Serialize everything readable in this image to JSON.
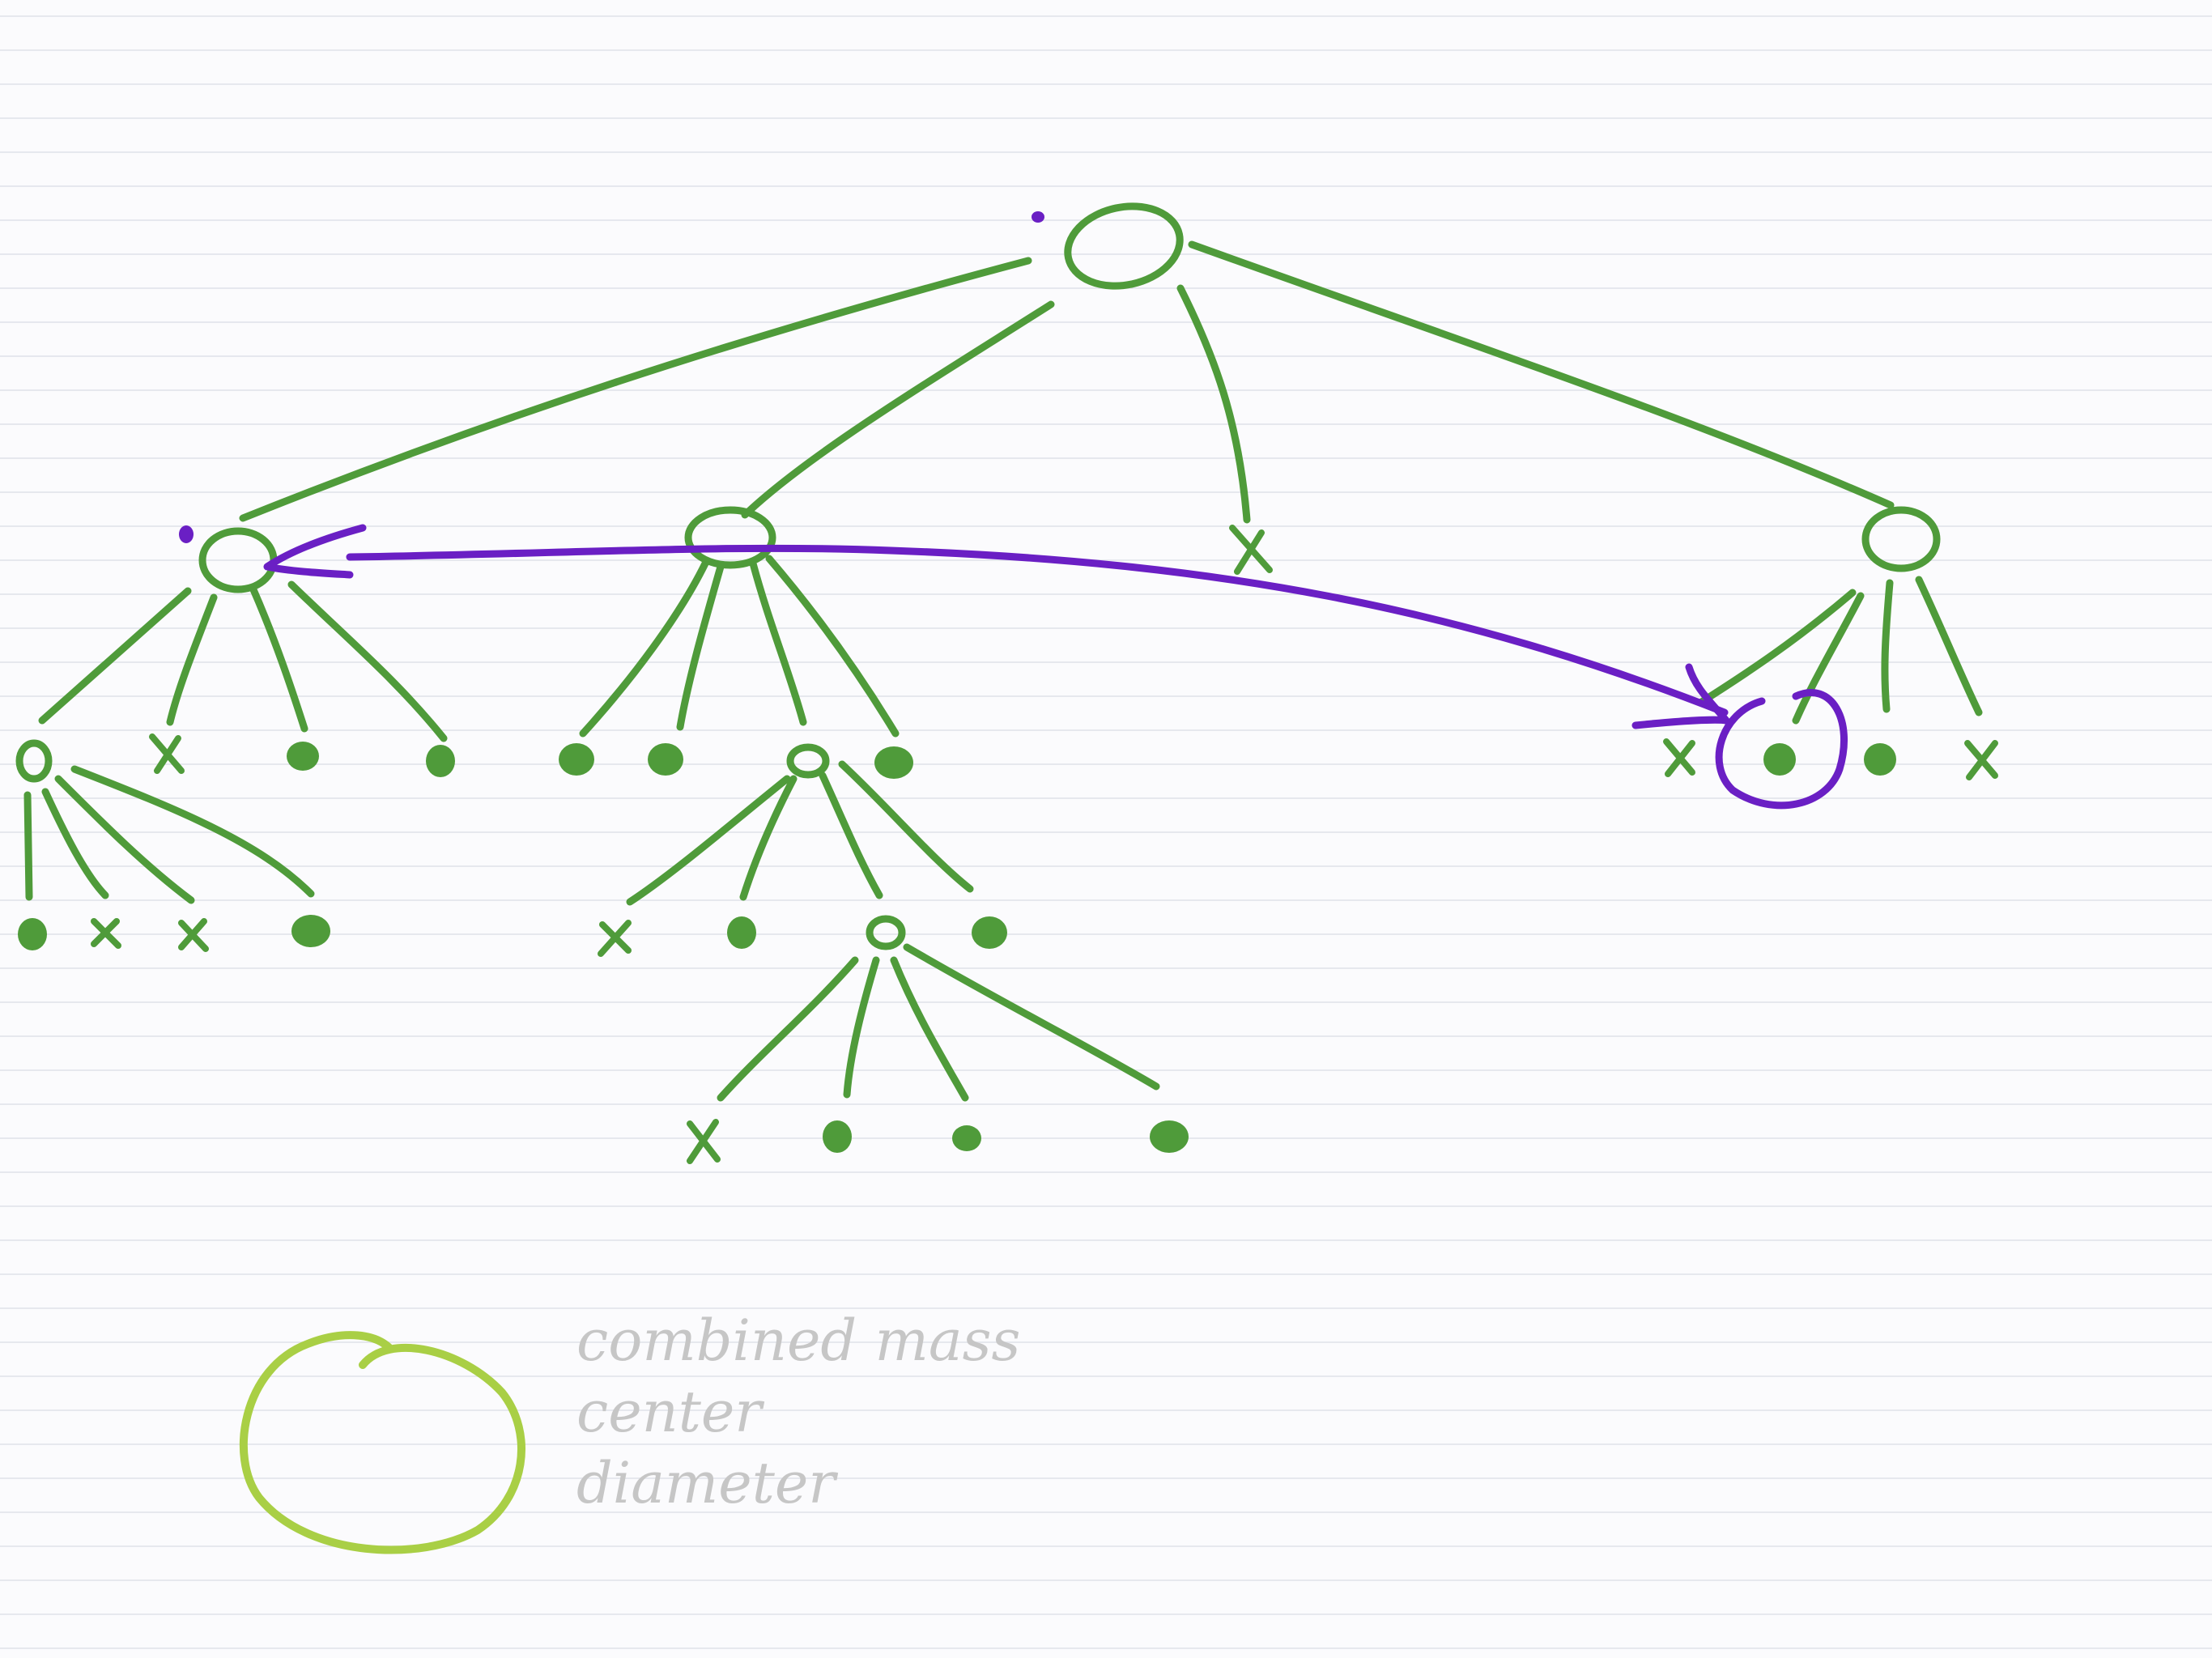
{
  "colors": {
    "tree": "#4f9b3a",
    "highlight": "#6a1fc4",
    "legend_circle": "#a9cf45",
    "legend_text": "#c6c6c6",
    "paper_lines": "#e6e8ee"
  },
  "legend": {
    "line1": "combined mass",
    "line2": "center",
    "line3": "diameter"
  }
}
